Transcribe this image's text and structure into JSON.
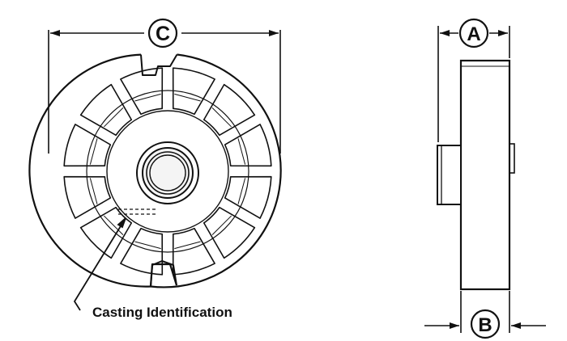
{
  "labels": {
    "dim_c": "C",
    "dim_a": "A",
    "dim_b": "B",
    "casting": "Casting Identification"
  },
  "colors": {
    "ink": "#111111",
    "paper": "#ffffff",
    "hub_fill": "#f4f4f4"
  },
  "views": [
    "front-view",
    "side-view"
  ],
  "icons": [
    "flywheel-front-view",
    "flywheel-side-view"
  ]
}
